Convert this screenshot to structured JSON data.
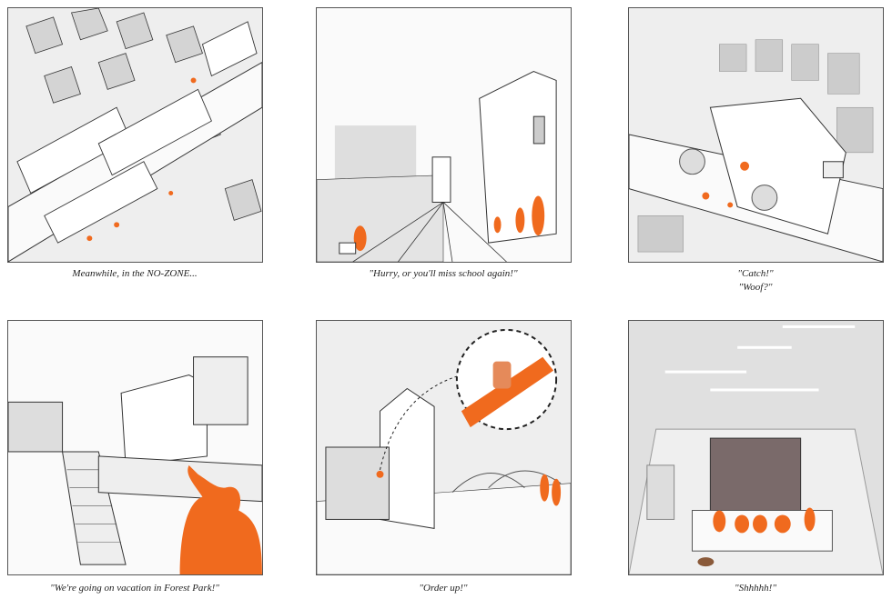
{
  "panels": [
    {
      "caption": "Meanwhile, in the NO-ZONE..."
    },
    {
      "caption": "\"Hurry, or you'll miss school again!\""
    },
    {
      "caption_lines": [
        "\"Catch!\"",
        "\"Woof?\""
      ]
    },
    {
      "caption": "\"We're going on vacation in Forest Park!\""
    },
    {
      "caption": "\"Order up!\""
    },
    {
      "caption": "\"Shhhhh!\""
    }
  ],
  "colors": {
    "accent": "#f06a1e",
    "line": "#333333",
    "fill": "#dcdcdc"
  }
}
